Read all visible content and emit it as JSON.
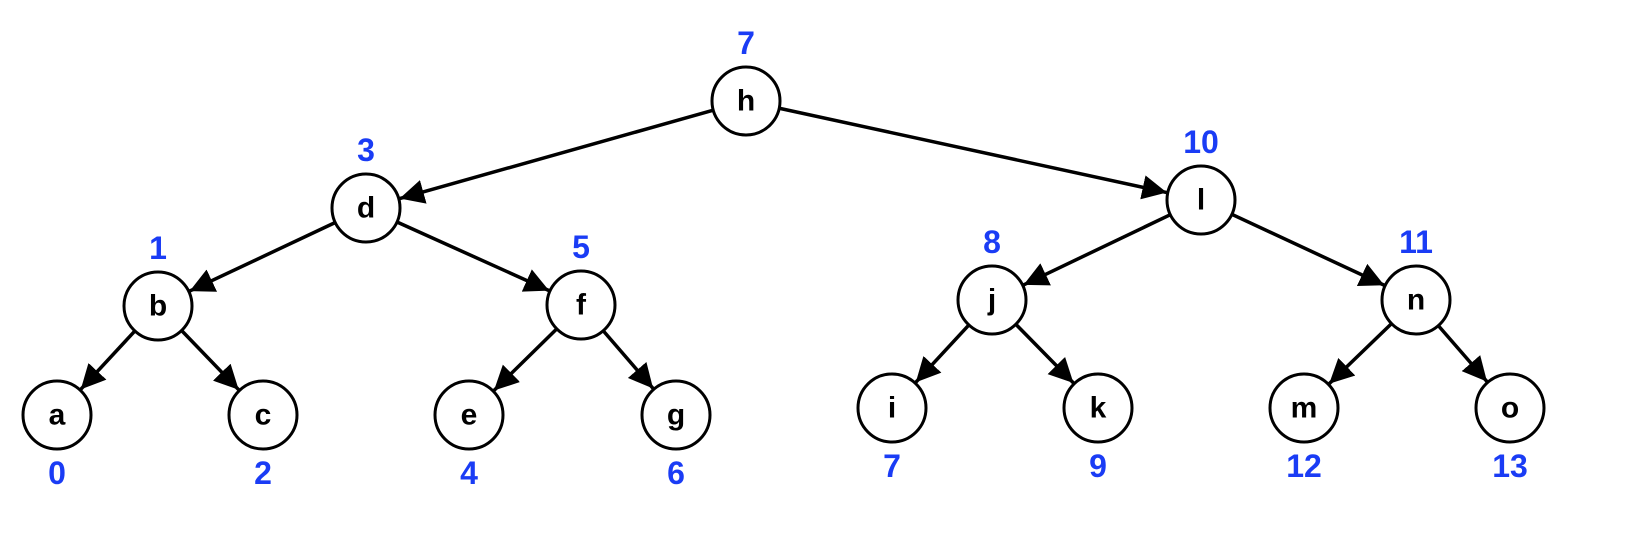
{
  "colors": {
    "node_border": "#000000",
    "node_fill": "#ffffff",
    "node_text": "#000000",
    "index_text": "#1a3cf5",
    "edge": "#000000"
  },
  "nodes": [
    {
      "id": "h",
      "label": "h",
      "index": "7"
    },
    {
      "id": "d",
      "label": "d",
      "index": "3"
    },
    {
      "id": "l",
      "label": "l",
      "index": "10"
    },
    {
      "id": "b",
      "label": "b",
      "index": "1"
    },
    {
      "id": "f",
      "label": "f",
      "index": "5"
    },
    {
      "id": "j",
      "label": "j",
      "index": "8"
    },
    {
      "id": "n",
      "label": "n",
      "index": "11"
    },
    {
      "id": "a",
      "label": "a",
      "index": "0"
    },
    {
      "id": "c",
      "label": "c",
      "index": "2"
    },
    {
      "id": "e",
      "label": "e",
      "index": "4"
    },
    {
      "id": "g",
      "label": "g",
      "index": "6"
    },
    {
      "id": "i",
      "label": "i",
      "index": "7"
    },
    {
      "id": "k",
      "label": "k",
      "index": "9"
    },
    {
      "id": "m",
      "label": "m",
      "index": "12"
    },
    {
      "id": "o",
      "label": "o",
      "index": "13"
    }
  ],
  "edges": [
    {
      "from": "h",
      "to": "d"
    },
    {
      "from": "h",
      "to": "l"
    },
    {
      "from": "d",
      "to": "b"
    },
    {
      "from": "d",
      "to": "f"
    },
    {
      "from": "l",
      "to": "j"
    },
    {
      "from": "l",
      "to": "n"
    },
    {
      "from": "b",
      "to": "a"
    },
    {
      "from": "b",
      "to": "c"
    },
    {
      "from": "f",
      "to": "e"
    },
    {
      "from": "f",
      "to": "g"
    },
    {
      "from": "j",
      "to": "i"
    },
    {
      "from": "j",
      "to": "k"
    },
    {
      "from": "n",
      "to": "m"
    },
    {
      "from": "n",
      "to": "o"
    }
  ]
}
